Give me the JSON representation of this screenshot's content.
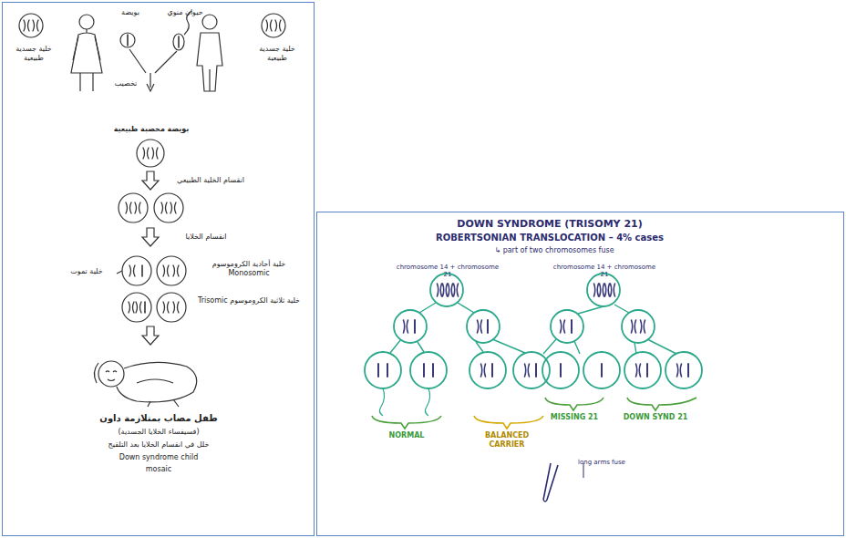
{
  "diagram": {
    "nodes": [
      {
        "text": [
          "بويضة",
          "حيوان منوي",
          "خلية جسدية طبيعية",
          "خلية جسدية طبيعية",
          "تخصيب",
          "بويضة مخصبة طبيعية",
          "انقسام الخلية الطبيعي",
          "انقسام الخلايا",
          "خلية تموت",
          "خلية أحادية الكروموسوم Monosomic",
          "خلية ثلاثية الكروموسوم Trisomic",
          "طفل مصاب بمتلازمة داون",
          "(فسيفساء الخلايا الجسدية)",
          "خلل في انقسام الخلايا بعد التلقيح",
          "Down syndrome child",
          "mosaic"
        ]
      },
      {
        "text": [
          "DOWN SYNDROME (TRISOMY 21)",
          "ROBERTSONIAN TRANSLOCATION – 4% cases",
          "↳ part of two chromosomes fuse",
          "chromosome 14 + chromosome 21",
          "chromosome 14 + chromosome 21",
          "NORMAL",
          "BALANCED CARRIER",
          "MISSING 21",
          "DOWN SYND 21",
          "long arms fuse"
        ]
      }
    ]
  }
}
